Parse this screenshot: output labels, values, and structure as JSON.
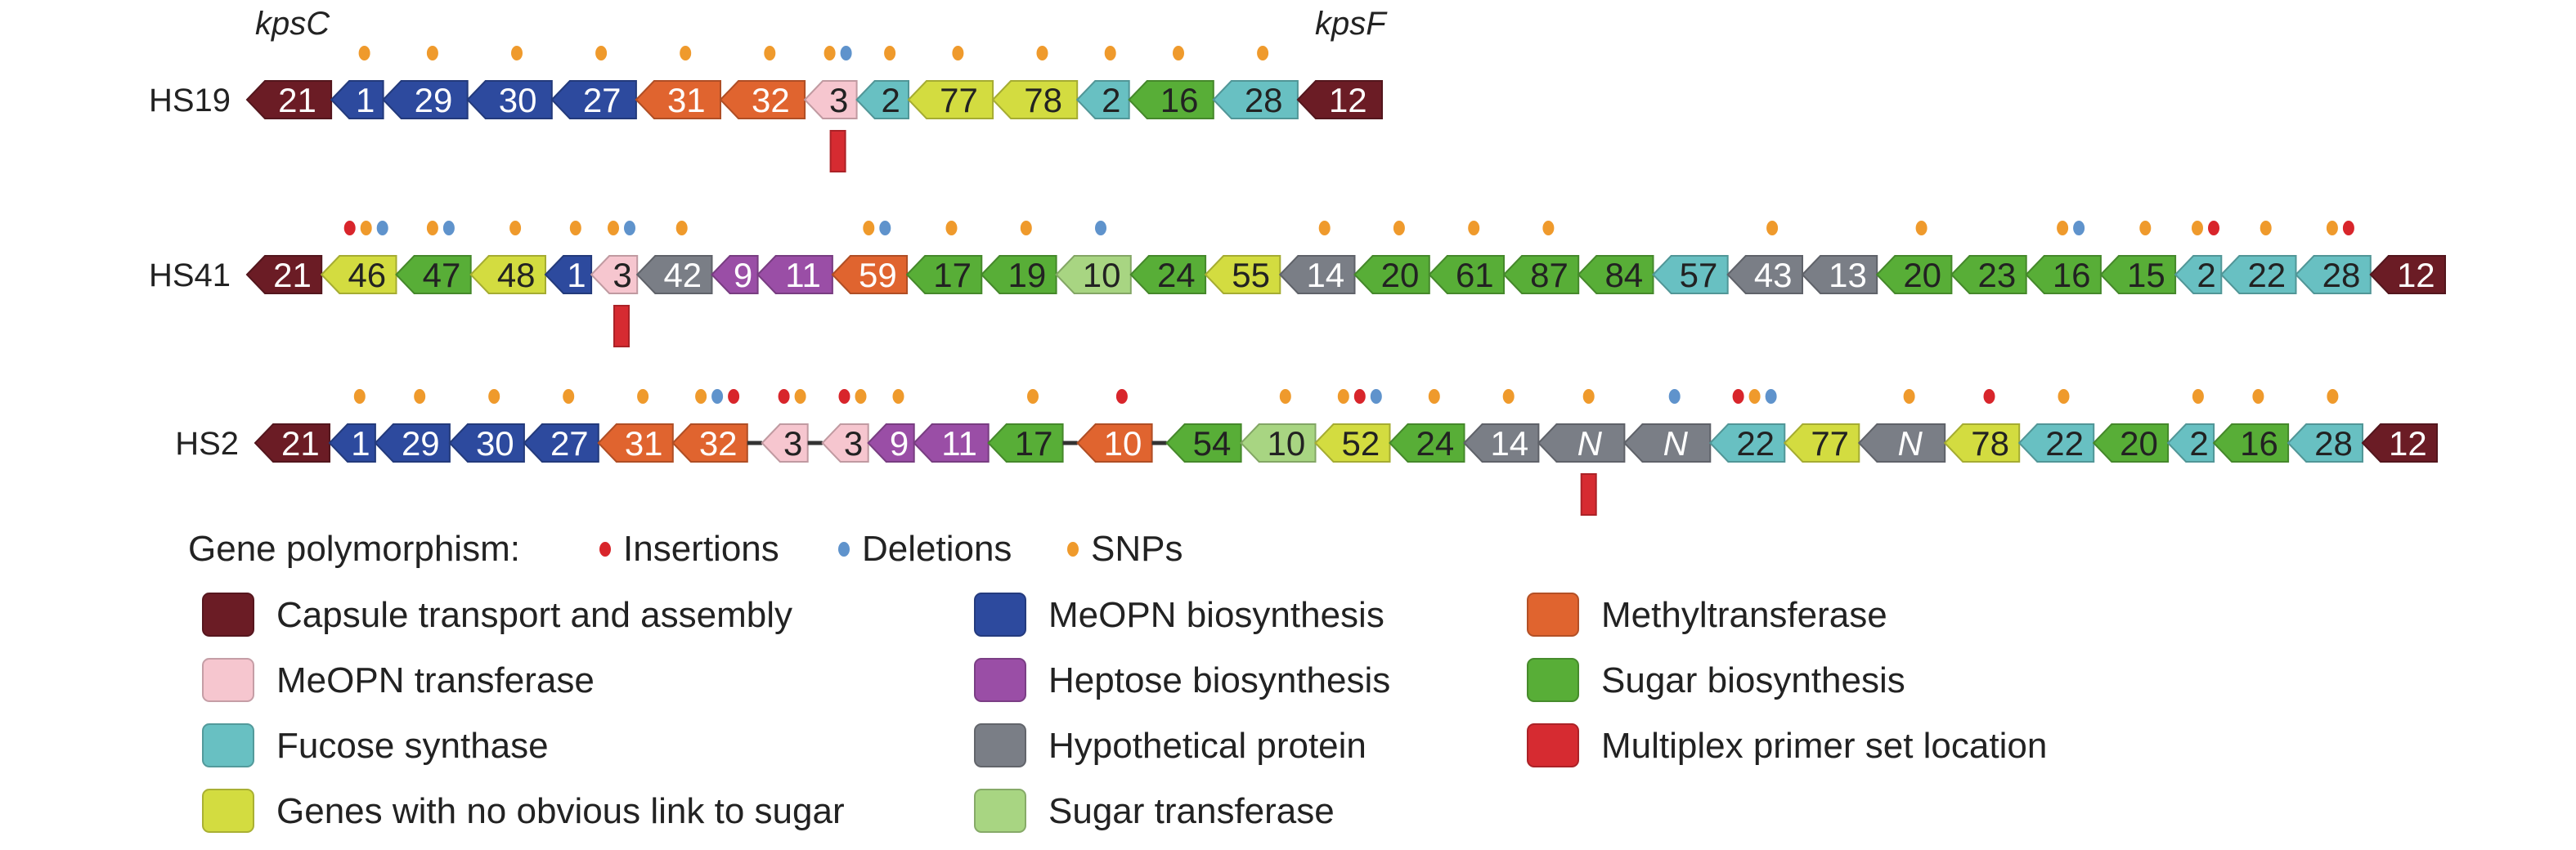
{
  "colors": {
    "transport": "#6b1c25",
    "meopn_bio": "#2d4a9e",
    "methyl": "#e0642f",
    "meopn_trans": "#f6c6cf",
    "heptose": "#9a4ea6",
    "sugar_bio": "#58ae37",
    "fucose": "#68c0c2",
    "hypothetical": "#7a7e86",
    "primer": "#d62b31",
    "no_link": "#d3dc40",
    "sugar_trans": "#a8d582",
    "insertion": "#d8252b",
    "deletion": "#5f93cc",
    "snp": "#ef9a2c",
    "connector": "#333333"
  },
  "top_labels": {
    "left": "kpsC",
    "right": "kpsF"
  },
  "loci": [
    {
      "name": "HS19",
      "genes": [
        {
          "label": "21",
          "type": "transport"
        },
        {
          "label": "1",
          "type": "meopn_bio",
          "marks": [
            "snp"
          ]
        },
        {
          "label": "29",
          "type": "meopn_bio",
          "marks": [
            "snp"
          ]
        },
        {
          "label": "30",
          "type": "meopn_bio",
          "marks": [
            "snp"
          ]
        },
        {
          "label": "27",
          "type": "meopn_bio",
          "marks": [
            "snp"
          ]
        },
        {
          "label": "31",
          "type": "methyl",
          "marks": [
            "snp"
          ]
        },
        {
          "label": "32",
          "type": "methyl",
          "marks": [
            "snp"
          ]
        },
        {
          "label": "3",
          "type": "meopn_trans",
          "marks": [
            "snp",
            "deletion"
          ],
          "primer": true
        },
        {
          "label": "2",
          "type": "fucose",
          "marks": [
            "snp"
          ]
        },
        {
          "label": "77",
          "type": "no_link",
          "marks": [
            "snp"
          ]
        },
        {
          "label": "78",
          "type": "no_link",
          "marks": [
            "snp"
          ]
        },
        {
          "label": "2",
          "type": "fucose",
          "marks": [
            "snp"
          ]
        },
        {
          "label": "16",
          "type": "sugar_bio",
          "marks": [
            "snp"
          ]
        },
        {
          "label": "28",
          "type": "fucose",
          "marks": [
            "snp"
          ]
        },
        {
          "label": "12",
          "type": "transport"
        }
      ]
    },
    {
      "name": "HS41",
      "genes": [
        {
          "label": "21",
          "type": "transport"
        },
        {
          "label": "46",
          "type": "no_link",
          "marks": [
            "insertion",
            "snp",
            "deletion"
          ]
        },
        {
          "label": "47",
          "type": "sugar_bio",
          "marks": [
            "snp",
            "deletion"
          ]
        },
        {
          "label": "48",
          "type": "no_link",
          "marks": [
            "snp"
          ]
        },
        {
          "label": "1",
          "type": "meopn_bio",
          "marks": [
            "snp"
          ]
        },
        {
          "label": "3",
          "type": "meopn_trans",
          "marks": [
            "snp",
            "deletion"
          ],
          "primer": true
        },
        {
          "label": "42",
          "type": "hypothetical",
          "marks": [
            "snp"
          ]
        },
        {
          "label": "9",
          "type": "heptose"
        },
        {
          "label": "11",
          "type": "heptose"
        },
        {
          "label": "59",
          "type": "methyl",
          "marks": [
            "snp",
            "deletion"
          ]
        },
        {
          "label": "17",
          "type": "sugar_bio",
          "marks": [
            "snp"
          ]
        },
        {
          "label": "19",
          "type": "sugar_bio",
          "marks": [
            "snp"
          ]
        },
        {
          "label": "10",
          "type": "sugar_trans",
          "marks": [
            "deletion"
          ]
        },
        {
          "label": "24",
          "type": "sugar_bio"
        },
        {
          "label": "55",
          "type": "no_link"
        },
        {
          "label": "14",
          "type": "hypothetical",
          "marks": [
            "snp"
          ]
        },
        {
          "label": "20",
          "type": "sugar_bio",
          "marks": [
            "snp"
          ]
        },
        {
          "label": "61",
          "type": "sugar_bio",
          "marks": [
            "snp"
          ]
        },
        {
          "label": "87",
          "type": "sugar_bio",
          "marks": [
            "snp"
          ]
        },
        {
          "label": "84",
          "type": "sugar_bio"
        },
        {
          "label": "57",
          "type": "fucose"
        },
        {
          "label": "43",
          "type": "hypothetical",
          "marks": [
            "snp"
          ]
        },
        {
          "label": "13",
          "type": "hypothetical"
        },
        {
          "label": "20",
          "type": "sugar_bio",
          "marks": [
            "snp"
          ]
        },
        {
          "label": "23",
          "type": "sugar_bio"
        },
        {
          "label": "16",
          "type": "sugar_bio",
          "marks": [
            "snp",
            "deletion"
          ]
        },
        {
          "label": "15",
          "type": "sugar_bio",
          "marks": [
            "snp"
          ]
        },
        {
          "label": "2",
          "type": "fucose",
          "marks": [
            "snp",
            "insertion"
          ]
        },
        {
          "label": "22",
          "type": "fucose",
          "marks": [
            "snp"
          ]
        },
        {
          "label": "28",
          "type": "fucose",
          "marks": [
            "snp",
            "insertion"
          ]
        },
        {
          "label": "12",
          "type": "transport"
        }
      ]
    },
    {
      "name": "HS2",
      "genes": [
        {
          "label": "21",
          "type": "transport"
        },
        {
          "label": "1",
          "type": "meopn_bio",
          "marks": [
            "snp"
          ]
        },
        {
          "label": "29",
          "type": "meopn_bio",
          "marks": [
            "snp"
          ]
        },
        {
          "label": "30",
          "type": "meopn_bio",
          "marks": [
            "snp"
          ]
        },
        {
          "label": "27",
          "type": "meopn_bio",
          "marks": [
            "snp"
          ]
        },
        {
          "label": "31",
          "type": "methyl",
          "marks": [
            "snp"
          ]
        },
        {
          "label": "32",
          "type": "methyl",
          "marks": [
            "snp",
            "deletion",
            "insertion"
          ],
          "gap_after": true
        },
        {
          "label": "3",
          "type": "meopn_trans",
          "marks": [
            "insertion",
            "snp"
          ],
          "gap_after": true
        },
        {
          "label": "3",
          "type": "meopn_trans",
          "marks": [
            "insertion",
            "snp"
          ]
        },
        {
          "label": "9",
          "type": "heptose",
          "marks": [
            "snp"
          ]
        },
        {
          "label": "11",
          "type": "heptose"
        },
        {
          "label": "17",
          "type": "sugar_bio",
          "marks": [
            "snp"
          ],
          "gap_after": true
        },
        {
          "label": "10",
          "type": "methyl",
          "marks": [
            "insertion"
          ],
          "gap_after": true
        },
        {
          "label": "54",
          "type": "sugar_bio"
        },
        {
          "label": "10",
          "type": "sugar_trans",
          "marks": [
            "snp"
          ]
        },
        {
          "label": "52",
          "type": "no_link",
          "marks": [
            "snp",
            "insertion",
            "deletion"
          ]
        },
        {
          "label": "24",
          "type": "sugar_bio",
          "marks": [
            "snp"
          ]
        },
        {
          "label": "14",
          "type": "hypothetical",
          "marks": [
            "snp"
          ]
        },
        {
          "label": "N",
          "type": "hypothetical",
          "italic": true,
          "marks": [
            "snp"
          ],
          "primer": true
        },
        {
          "label": "N",
          "type": "hypothetical",
          "italic": true,
          "marks": [
            "deletion"
          ]
        },
        {
          "label": "22",
          "type": "fucose",
          "marks": [
            "insertion",
            "snp",
            "deletion"
          ]
        },
        {
          "label": "77",
          "type": "no_link"
        },
        {
          "label": "N",
          "type": "hypothetical",
          "italic": true,
          "marks": [
            "snp"
          ]
        },
        {
          "label": "78",
          "type": "no_link",
          "marks": [
            "insertion"
          ]
        },
        {
          "label": "22",
          "type": "fucose",
          "marks": [
            "snp"
          ]
        },
        {
          "label": "20",
          "type": "sugar_bio"
        },
        {
          "label": "2",
          "type": "fucose",
          "marks": [
            "snp"
          ]
        },
        {
          "label": "16",
          "type": "sugar_bio",
          "marks": [
            "snp"
          ]
        },
        {
          "label": "28",
          "type": "fucose",
          "marks": [
            "snp"
          ]
        },
        {
          "label": "12",
          "type": "transport"
        }
      ]
    }
  ],
  "polymorphism_legend": {
    "title": "Gene polymorphism:",
    "items": [
      {
        "label": "Insertions",
        "type": "insertion"
      },
      {
        "label": "Deletions",
        "type": "deletion"
      },
      {
        "label": "SNPs",
        "type": "snp"
      }
    ]
  },
  "legend": [
    {
      "label": "Capsule transport and assembly",
      "type": "transport"
    },
    {
      "label": "MeOPN biosynthesis",
      "type": "meopn_bio"
    },
    {
      "label": "Methyltransferase",
      "type": "methyl"
    },
    {
      "label": "MeOPN transferase",
      "type": "meopn_trans"
    },
    {
      "label": "Heptose biosynthesis",
      "type": "heptose"
    },
    {
      "label": "Sugar biosynthesis",
      "type": "sugar_bio"
    },
    {
      "label": "Fucose synthase",
      "type": "fucose"
    },
    {
      "label": "Hypothetical protein",
      "type": "hypothetical"
    },
    {
      "label": "Multiplex primer set location",
      "type": "primer"
    },
    {
      "label": "Genes with no obvious link to sugar",
      "type": "no_link"
    },
    {
      "label": "Sugar transferase",
      "type": "sugar_trans"
    }
  ]
}
